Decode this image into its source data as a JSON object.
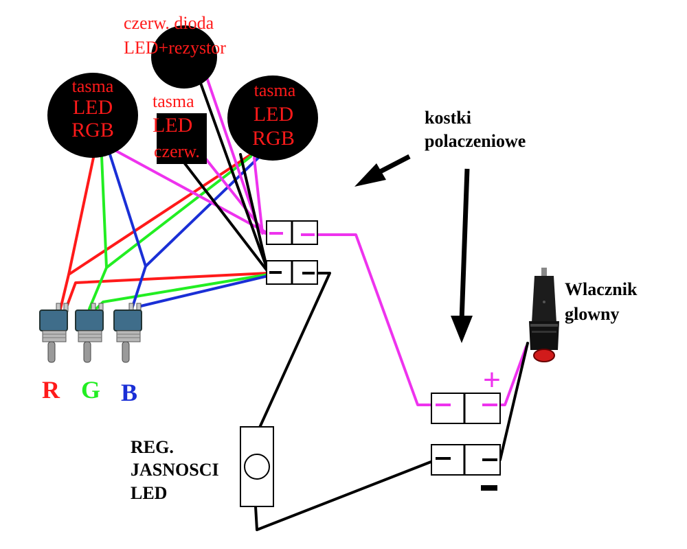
{
  "labels": {
    "red_diode_line1": "czerw. dioda",
    "red_diode_line2": "LED+rezystor",
    "rgb_strip_left_line1": "tasma",
    "rgb_strip_left_line2": "LED",
    "rgb_strip_left_line3": "RGB",
    "red_strip_line1": "tasma",
    "red_strip_line2": "LED",
    "red_strip_line3": "czerw.",
    "rgb_strip_right_line1": "tasma",
    "rgb_strip_right_line2": "LED",
    "rgb_strip_right_line3": "RGB",
    "connectors_line1": "kostki",
    "connectors_line2": "polaczeniowe",
    "main_switch_line1": "Wlacznik",
    "main_switch_line2": "glowny",
    "dimmer_line1": "REG.",
    "dimmer_line2": "JASNOSCI",
    "dimmer_line3": "LED",
    "switch_r": "R",
    "switch_g": "G",
    "switch_b": "B",
    "plus": "+",
    "minus": "−"
  },
  "colors": {
    "red": "#ff1a1a",
    "green": "#22ee22",
    "blue": "#1a2fd6",
    "magenta": "#ee33ee",
    "black": "#000000",
    "text_red": "#ff1a1a"
  },
  "icons": {
    "toggle_switch": "toggle-switch-icon",
    "cigarette_plug": "cigarette-lighter-plug-icon",
    "potentiometer": "potentiometer-icon",
    "arrow": "arrow-icon"
  }
}
